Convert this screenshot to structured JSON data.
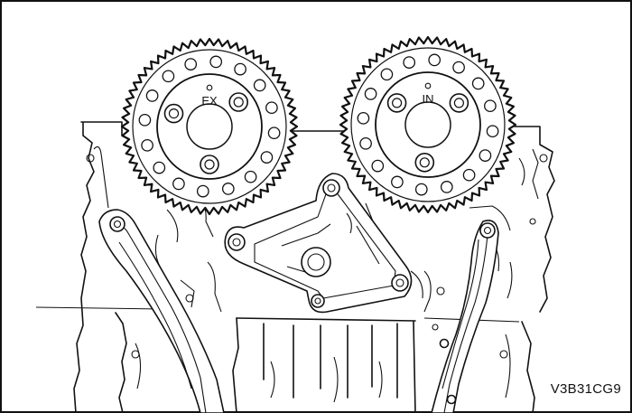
{
  "diagram": {
    "figure_id": "V3B31CG9",
    "labels": {
      "exhaust_sprocket": "EX",
      "intake_sprocket": "IN"
    },
    "colors": {
      "line": "#111111",
      "background": "#ffffff"
    }
  }
}
